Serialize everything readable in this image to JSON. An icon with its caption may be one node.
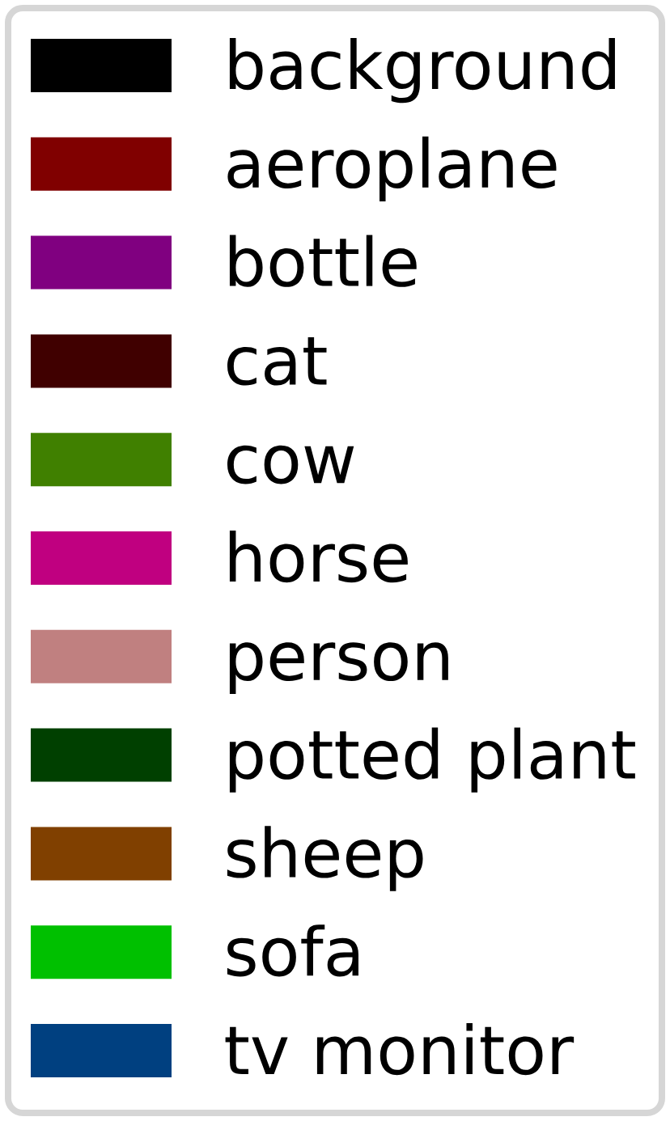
{
  "diagram": {
    "legend": [
      {
        "text": "background",
        "color": "#000000"
      },
      {
        "text": "aeroplane",
        "color": "#800000"
      },
      {
        "text": "bottle",
        "color": "#800080"
      },
      {
        "text": "cat",
        "color": "#400000"
      },
      {
        "text": "cow",
        "color": "#408000"
      },
      {
        "text": "horse",
        "color": "#c00080"
      },
      {
        "text": "person",
        "color": "#c08080"
      },
      {
        "text": "potted plant",
        "color": "#004000"
      },
      {
        "text": "sheep",
        "color": "#804000"
      },
      {
        "text": "sofa",
        "color": "#00c000"
      },
      {
        "text": "tv monitor",
        "color": "#004080"
      }
    ]
  }
}
